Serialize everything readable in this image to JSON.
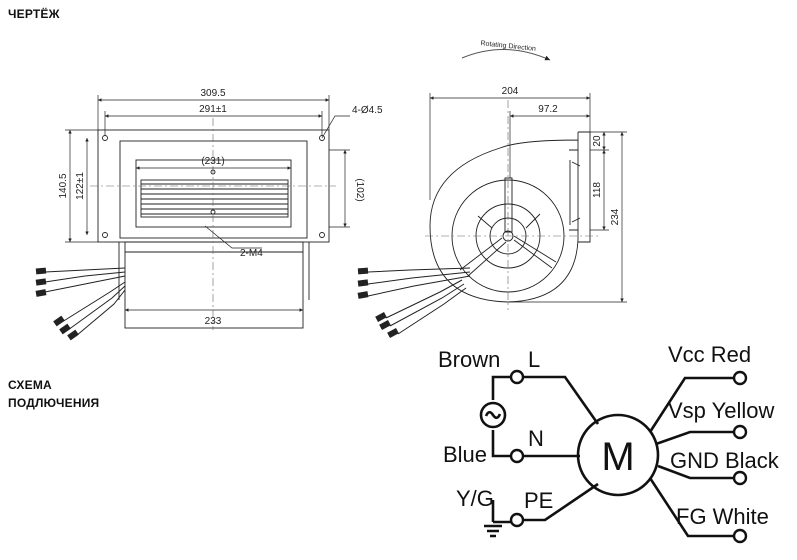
{
  "headings": {
    "drawing": "ЧЕРТЁЖ",
    "wiring_line1": "СХЕМА",
    "wiring_line2": "ПОДЛЮЧЕНИЯ"
  },
  "front_view": {
    "dim_total_width": "309.5",
    "dim_hole_spacing": "291±1",
    "dim_holes": "4-Ø4.5",
    "dim_outlet_width": "(231)",
    "dim_height": "140.5",
    "dim_hole_height": "122±1",
    "dim_outlet_height": "(102)",
    "dim_screws": "2-M4",
    "dim_motor_width": "233"
  },
  "side_view": {
    "rotation_label": "Rotating Direction",
    "dim_depth": "204",
    "dim_offset": "97.2",
    "dim_top": "20",
    "dim_outlet": "118",
    "dim_height": "234"
  },
  "wiring": {
    "motor_letter": "M",
    "left_terminals": {
      "brown": "Brown",
      "l": "L",
      "blue": "Blue",
      "n": "N",
      "yg": "Y/G",
      "pe": "PE"
    },
    "right_terminals": {
      "vcc": "Vcc Red",
      "vsp": "Vsp Yellow",
      "gnd": "GND Black",
      "fg": "FG White"
    }
  }
}
